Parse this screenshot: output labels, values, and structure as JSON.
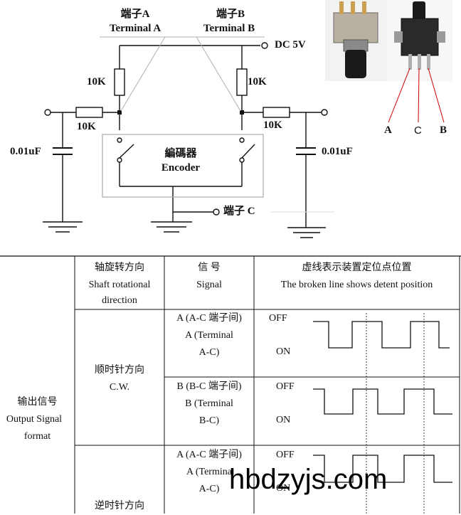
{
  "circuit": {
    "terminal_a_cn": "端子A",
    "terminal_a_en": "Terminal A",
    "terminal_b_cn": "端子B",
    "terminal_b_en": "Terminal B",
    "supply": "DC 5V",
    "r_pullup_left": "10K",
    "r_pullup_right": "10K",
    "r_series_left": "10K",
    "r_series_right": "10K",
    "cap_left": "0.01uF",
    "cap_right": "0.01uF",
    "encoder_cn": "編碼器",
    "encoder_en": "Encoder",
    "terminal_c_cn": "端子 C"
  },
  "photo_pins": {
    "a": "A",
    "c": "C",
    "b": "B"
  },
  "table": {
    "header_shaft_cn": "轴旋转方向",
    "header_shaft_en_1": "Shaft rotational",
    "header_shaft_en_2": "direction",
    "header_signal_cn": "信 号",
    "header_signal_en": "Signal",
    "header_detent_cn": "虚线表示装置定位点位置",
    "header_detent_en": "The broken line shows detent position",
    "output_cn": "输出信号",
    "output_en_1": "Output Signal",
    "output_en_2": "format",
    "cw_cn": "顺时针方向",
    "cw_en": "C.W.",
    "ccw_cn": "逆时针方向",
    "rows": [
      {
        "line1": "A (A-C 端子间)",
        "line2": "A (Terminal",
        "line3": "A-C)",
        "off": "OFF",
        "on": "ON"
      },
      {
        "line1": "B (B-C 端子间)",
        "line2": "B (Terminal",
        "line3": "B-C)",
        "off": "OFF",
        "on": "ON"
      },
      {
        "line1": "A (A-C 端子间)",
        "line2": "A (Termina",
        "line3": "A-C)",
        "off": "OFF",
        "on": "ON"
      }
    ]
  },
  "watermark": "hbdzyjs.com"
}
